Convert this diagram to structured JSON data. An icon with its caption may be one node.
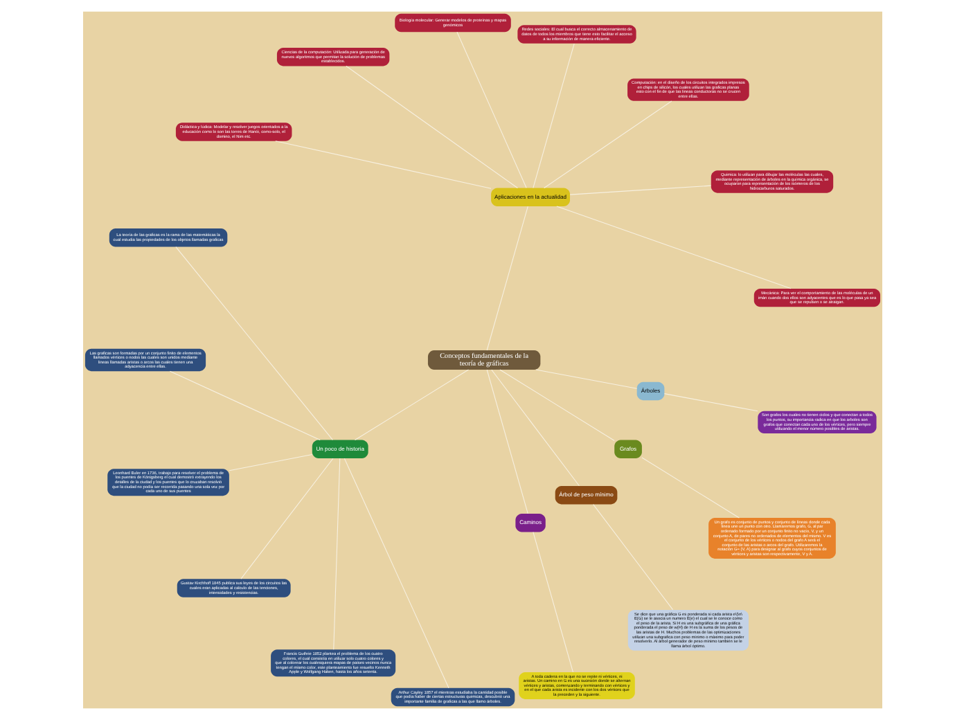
{
  "diagram": {
    "nodes": [
      {
        "text": [
          "Conceptos fundamentales de la teoría de gráficas"
        ]
      },
      {
        "text": [
          "Aplicaciones en la actualidad"
        ]
      },
      {
        "text": [
          "Mecánica: Para ver el comportamiento de las moléculas de un imán cuando dos ellos son adyacentes que es lo que pasa ya sea que se repulsen o se atraigan."
        ]
      },
      {
        "text": [
          "Química: lo utilizan para dibujar las moléculas las cuales, mediante representación de árboles en la química orgánica, se ocuparon para representación de los isómeros de los hidrocarburos saturados."
        ]
      },
      {
        "text": [
          "Computación: en el diseño de los circuitos integrados impresos en chips de silicón, los cuales utilizan las graficas planas esto con el fin de que las líneas conductoras no se crucen entre ellas."
        ]
      },
      {
        "text": [
          "Redes sociales: El cual busca el correcto almacenamiento de datos de todos los miembros que tiene esto facilitar el acceso a su información de manera eficiente."
        ]
      },
      {
        "text": [
          "Biología molecular: Generar modelos de proteínas y mapas genómicos"
        ]
      },
      {
        "text": [
          "Ciencias de la computación: Utilizada para generación de nuevos algoritmos que permitan la solución de problemas establecidos."
        ]
      },
      {
        "text": [
          "Didáctica y lúdica: Modelar y resolver juegos orientados a la educación como lo son las torres de Hanói, como-solo, el domino, el Nim etc."
        ]
      },
      {
        "text": [
          "Un poco de historia"
        ]
      },
      {
        "text": [
          "La teoría de las graficas es la rama de las matemáticas la cual estudia las propiedades de los objetos llamadas graficas"
        ]
      },
      {
        "text": [
          "Las graficas son formadas por un conjunto finito de elementos llamados vértices o nodos las cuales son unidos mediante líneas llamadas aristas o arcos las cuales tienen una adyacencia entre ellas."
        ]
      },
      {
        "text": [
          "Leonhard Euler en 1736, trabajo para resolver el problema de los puentes de Königsberg el cual demostró extrayendo los detalles de la ciudad y los puentes que lo cruzaban resolvió que la ciudad no podía ser recorrida pasando una sola vez por cada uno de sus puentes"
        ]
      },
      {
        "text": [
          "Gustav Kirchhoff 1845 publica sus leyes de los circuitos las cuales eran aplicadas al calculo de las tenciones, intensidades y resistencias."
        ]
      },
      {
        "text": [
          "Francis Guthrie 1852 plantea el problema de los cuatro colores, el cual consistía en utilizar solo cuatro colores y que al colorear los cualesquiera mapas de países vecinos nunca tengan el mismo color, este planteamiento fue resuelto Kenneth Apple y Wolfgang Haken, hasta los años setenta."
        ]
      },
      {
        "text": [
          "Arthur Cayley 1857 el mientras estudiaba la cantidad posible que podía haber de ciertas estructuras químicas, descubrió una importante familia de graficas a las que llamo árboles."
        ]
      },
      {
        "text": [
          "Caminos"
        ]
      },
      {
        "text": [
          "A toda cadena en la que no se repite ni vértices, ni aristas. Un camino en G es una sucesión donde se alternan vértices y aristas, comenzando y terminando con vértices y en el que cada arista es incidente con los dos vértices que la preceden y la siguiente."
        ]
      },
      {
        "text": [
          "Árbol de peso mínimo"
        ]
      },
      {
        "text": [
          "Se dice que una gráfica G es ponderada si cada arista e\\(\\n\\ E(G) se le asocia un numero E(e) el cual se le conoce como el peso de la arista. Si H es una subgráfica de una gráfica ponderada el peso de w(H) de H es la suma de los pesos de las aristas de H. Muchos problemas de las optimizaciones utilizan una subgrafica con peso mínimo o máximo para poder resolverlo. Al árbol generador de peso mínimo también se le llama árbol óptimo."
        ]
      },
      {
        "text": [
          "Grafos"
        ]
      },
      {
        "text": [
          "Un grafo es conjunto de puntos y conjunto de líneas donde cada línea une un punto con otro. Llamaremos grafo, G, al par ordenado formado por un conjunto finito no vacío, V, y un conjunto A, de pares no ordenados de elementos del mismo. V es el conjunto de los vértices o nodos del grafo A será el conjunto de las aristas o arcos del grafo. Utilizaremos la notación G= (V, A) para designar al grafo cuyos conjuntos de vértices y aristas son respectivamente, V y A."
        ]
      },
      {
        "text": [
          "Árboles"
        ]
      },
      {
        "text": [
          "Son grafos los cuales no tienen ciclos y que conectan a todos los puntos, su importancia radica en que los arboles son grafos que conectan cada uno de los vértices, pero siempre utilizando el menor número posibles de aristas."
        ]
      }
    ],
    "edges": [
      {
        "from": 0,
        "to": 1,
        "arrow": "none"
      },
      {
        "from": 1,
        "to": 2,
        "arrow": "none"
      },
      {
        "from": 1,
        "to": 3,
        "arrow": "none"
      },
      {
        "from": 1,
        "to": 4,
        "arrow": "none"
      },
      {
        "from": 1,
        "to": 5,
        "arrow": "none"
      },
      {
        "from": 1,
        "to": 6,
        "arrow": "none"
      },
      {
        "from": 1,
        "to": 7,
        "arrow": "none"
      },
      {
        "from": 1,
        "to": 8,
        "arrow": "none"
      },
      {
        "from": 0,
        "to": 9,
        "arrow": "none"
      },
      {
        "from": 9,
        "to": 10,
        "arrow": "none"
      },
      {
        "from": 9,
        "to": 11,
        "arrow": "none"
      },
      {
        "from": 9,
        "to": 12,
        "arrow": "none"
      },
      {
        "from": 9,
        "to": 13,
        "arrow": "none"
      },
      {
        "from": 9,
        "to": 14,
        "arrow": "none"
      },
      {
        "from": 9,
        "to": 15,
        "arrow": "none"
      },
      {
        "from": 0,
        "to": 16,
        "arrow": "none"
      },
      {
        "from": 16,
        "to": 17,
        "arrow": "none"
      },
      {
        "from": 0,
        "to": 18,
        "arrow": "none"
      },
      {
        "from": 18,
        "to": 19,
        "arrow": "none"
      },
      {
        "from": 0,
        "to": 20,
        "arrow": "none"
      },
      {
        "from": 20,
        "to": 21,
        "arrow": "none"
      },
      {
        "from": 0,
        "to": 22,
        "arrow": "none"
      },
      {
        "from": 22,
        "to": 23,
        "arrow": "none"
      }
    ]
  }
}
